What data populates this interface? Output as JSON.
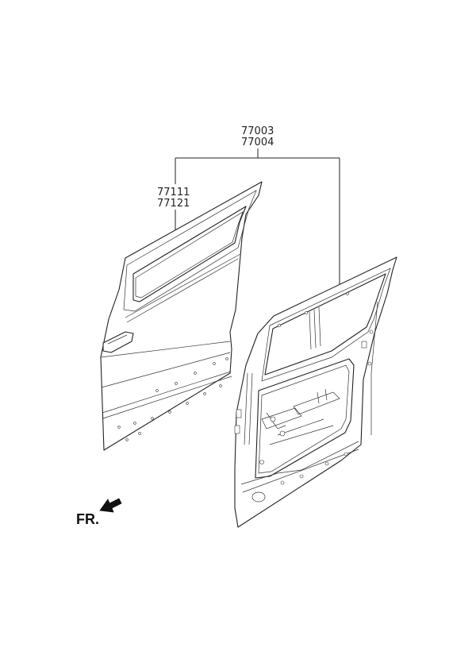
{
  "callouts": {
    "assembly_top": "77003",
    "assembly_bottom": "77004",
    "panel_top": "77111",
    "panel_bottom": "77121"
  },
  "direction": {
    "label": "FR.",
    "icon": "arrow-left-down-icon"
  },
  "colors": {
    "line": "#222222",
    "background": "#ffffff"
  }
}
